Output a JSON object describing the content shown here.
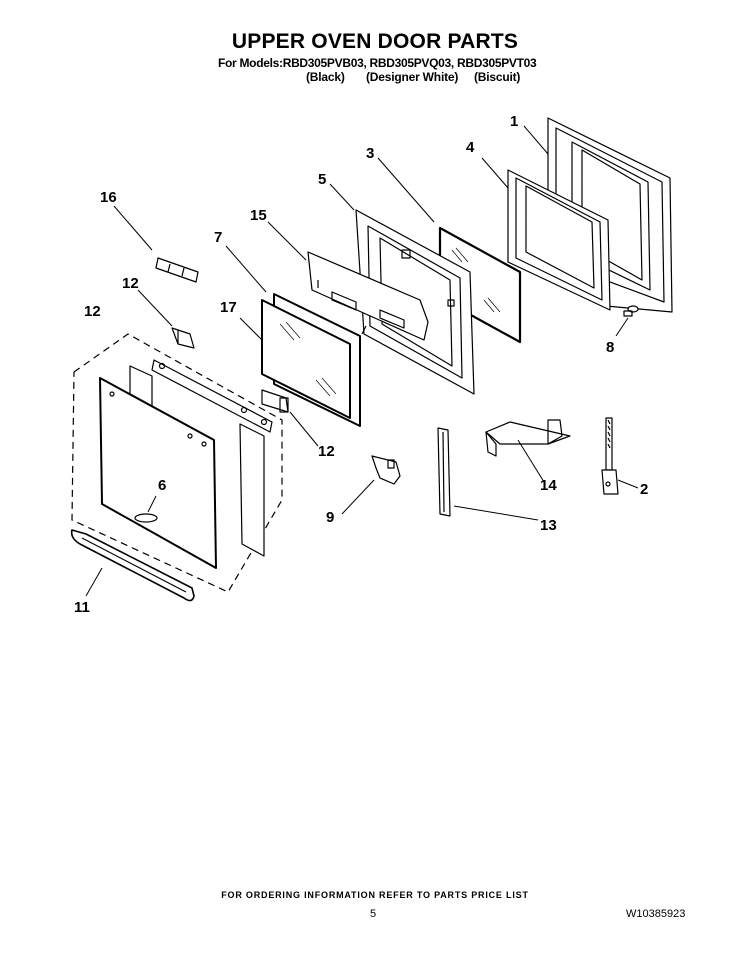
{
  "header": {
    "title": "UPPER OVEN DOOR PARTS",
    "models": "For Models:RBD305PVB03, RBD305PVQ03, RBD305PVT03",
    "colors": [
      "(Black)",
      "(Designer White)",
      "(Biscuit)"
    ]
  },
  "callouts": [
    "1",
    "2",
    "3",
    "4",
    "5",
    "6",
    "7",
    "8",
    "9",
    "11",
    "12",
    "12",
    "12",
    "13",
    "14",
    "15",
    "16",
    "17"
  ],
  "footer": {
    "ordering_note": "FOR ORDERING INFORMATION REFER TO PARTS PRICE LIST",
    "page_number": "5",
    "document_number": "W10385923"
  }
}
